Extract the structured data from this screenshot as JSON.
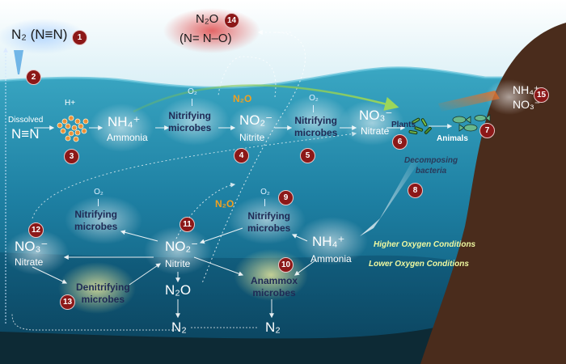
{
  "labels": {
    "n2_top": "N₂ (N≡N)",
    "n2o_top_formula": "N₂O",
    "n2o_top_structure": "(N= N–O)",
    "dissolved": "Dissolved",
    "n_triple_n": "N≡N",
    "h_plus": "H+",
    "nh4_top": "NH₄⁺",
    "ammonia_top": "Ammonia",
    "o2": "O₂",
    "nitrifying_microbes_1": "Nitrifying\nmicrobes",
    "n2o_orange_top": "N₂O",
    "no2_top": "NO₂⁻",
    "nitrite_top": "Nitrite",
    "nitrifying_microbes_2": "Nitrifying\nmicrobes",
    "no3_top": "NO₃⁻",
    "nitrate_top": "Nitrate",
    "plants": "Plants",
    "animals": "Animals",
    "decomposing_bacteria": "Decomposing\nbacteria",
    "nh4_right": "NH₄⁺",
    "no3_right": "NO₃⁻",
    "nitrifying_microbes_left": "Nitrifying\nmicrobes",
    "n2o_orange_mid": "N₂O",
    "nitrifying_microbes_mid": "Nitrifying\nmicrobes",
    "no3_left": "NO₃⁻",
    "nitrate_left": "Nitrate",
    "no2_mid": "NO₂⁻",
    "nitrite_mid": "Nitrite",
    "nh4_mid": "NH₄⁺",
    "ammonia_mid": "Ammonia",
    "higher_oxygen": "Higher Oxygen Conditions",
    "lower_oxygen": "Lower Oxygen Conditions",
    "denitrifying_microbes": "Denitrifying\nmicrobes",
    "n2o_mid": "N₂O",
    "anammox_microbes": "Anammox\nmicrobes",
    "n2_bottom_left": "N₂",
    "n2_bottom_right": "N₂"
  },
  "markers": [
    "1",
    "2",
    "3",
    "4",
    "5",
    "6",
    "7",
    "8",
    "9",
    "10",
    "11",
    "12",
    "13",
    "14",
    "15"
  ],
  "colors": {
    "marker": "#8c1818",
    "water_top": "#3aa7c3",
    "water_bottom": "#0c4e6c",
    "land": "#4a2c1c",
    "label_dark": "#1f2a55",
    "n2o_highlight": "#f0a020",
    "oxygen_conditions_text": "#eef8a0"
  }
}
